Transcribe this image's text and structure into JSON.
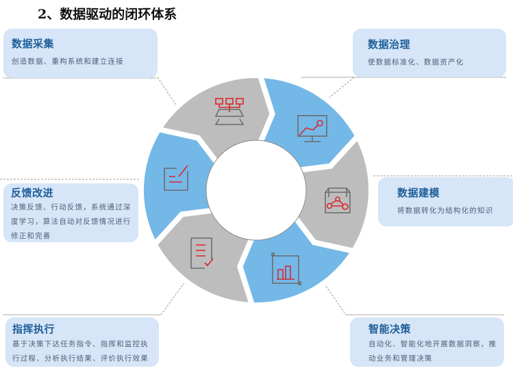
{
  "title": "2、数据驱动的闭环体系",
  "colors": {
    "gray": "#bdbdbd",
    "blue": "#74b8e8",
    "icon_red": "#d9262c",
    "icon_gray": "#6b6b6b",
    "box_bg": "#d6e5f7",
    "box_title": "#1f5f99"
  },
  "stages": [
    {
      "title": "数据采集",
      "desc": "创造数据、重构系统和建立连接",
      "icon": "data-collection-icon"
    },
    {
      "title": "数据治理",
      "desc": "使数据标准化、数据资产化",
      "icon": "monitor-chart-icon"
    },
    {
      "title": "数据建模",
      "desc": "将数据转化为结构化的知识",
      "icon": "model-cube-icon"
    },
    {
      "title": "智能决策",
      "desc": "自动化、智能化地开展数据洞察，推动业务和管理决策",
      "icon": "bar-chart-icon"
    },
    {
      "title": "指挥执行",
      "desc": "基于决策下达任务指令、指挥和监控执行过程、分析执行结果、评价执行效果",
      "icon": "checklist-icon"
    },
    {
      "title": "反馈改进",
      "desc": "决策反馈、行动反馈，系统通过深度学习，算法自动对反馈情况进行修正和完善",
      "icon": "edit-note-icon"
    }
  ]
}
